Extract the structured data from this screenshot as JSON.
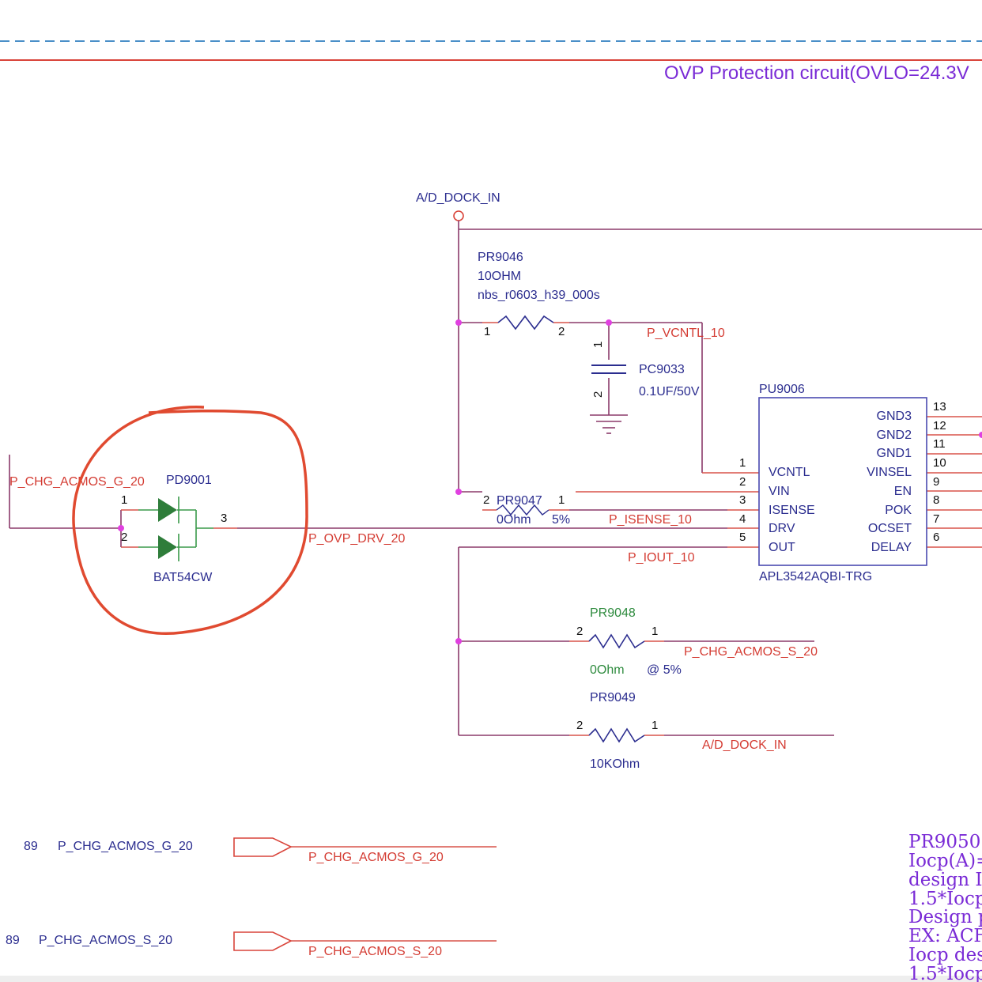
{
  "header": {
    "title": "OVP Protection circuit(OVLO=24.3V"
  },
  "colors": {
    "wire": "#8b3a6a",
    "net_label": "#d43c33",
    "ref_text": "#2b2d8f",
    "diode": "#2e7d3a",
    "junction": "#e040e0",
    "annotation_circle": "#e04a30",
    "title": "#7a2bd6"
  },
  "nets": {
    "ad_dock_in": "A/D_DOCK_IN",
    "p_vcntl": "P_VCNTL_10",
    "p_chg_acmos_g": "P_CHG_ACMOS_G_20",
    "p_ovp_drv": "P_OVP_DRV_20",
    "p_isense": "P_ISENSE_10",
    "p_iout": "P_IOUT_10",
    "p_chg_acmos_s": "P_CHG_ACMOS_S_20",
    "ad_dock_in_2": "A/D_DOCK_IN"
  },
  "pr9046": {
    "ref": "PR9046",
    "value": "10OHM",
    "footprint": "nbs_r0603_h39_000s",
    "pin1": "1",
    "pin2": "2"
  },
  "pc9033": {
    "ref": "PC9033",
    "value": "0.1UF/50V",
    "pin1": "1",
    "pin2": "2"
  },
  "pd9001": {
    "ref": "PD9001",
    "part": "BAT54CW",
    "pin1": "1",
    "pin2": "2",
    "pin3": "3"
  },
  "pr9047": {
    "ref": "PR9047",
    "value": "0Ohm",
    "tol": "5%",
    "pin1": "1",
    "pin2": "2"
  },
  "pr9048": {
    "ref": "PR9048",
    "value": "0Ohm",
    "tol": "@ 5%",
    "pin1": "1",
    "pin2": "2"
  },
  "pr9049": {
    "ref": "PR9049",
    "value": "10KOhm",
    "pin1": "1",
    "pin2": "2"
  },
  "pu9006": {
    "ref": "PU9006",
    "part": "APL3542AQBI-TRG",
    "left_pins": [
      {
        "num": "1",
        "name": "VCNTL"
      },
      {
        "num": "2",
        "name": "VIN"
      },
      {
        "num": "3",
        "name": "ISENSE"
      },
      {
        "num": "4",
        "name": "DRV"
      },
      {
        "num": "5",
        "name": "OUT"
      }
    ],
    "right_pins": [
      {
        "num": "13",
        "name": "GND3"
      },
      {
        "num": "12",
        "name": "GND2"
      },
      {
        "num": "11",
        "name": "GND1"
      },
      {
        "num": "10",
        "name": "VINSEL"
      },
      {
        "num": "9",
        "name": "EN"
      },
      {
        "num": "8",
        "name": "POK"
      },
      {
        "num": "7",
        "name": "OCSET"
      },
      {
        "num": "6",
        "name": "DELAY"
      }
    ]
  },
  "ports": [
    {
      "page": "89",
      "name": "P_CHG_ACMOS_G_20",
      "net": "P_CHG_ACMOS_G_20"
    },
    {
      "page": "89",
      "name": "P_CHG_ACMOS_S_20",
      "net": "P_CHG_ACMOS_S_20"
    }
  ],
  "notes": [
    "PR9050",
    "Iocp(A)=",
    "design Io",
    "1.5*Iocp",
    "Design p",
    "EX: ACFE",
    "Iocp des",
    "1.5*Iocp"
  ]
}
